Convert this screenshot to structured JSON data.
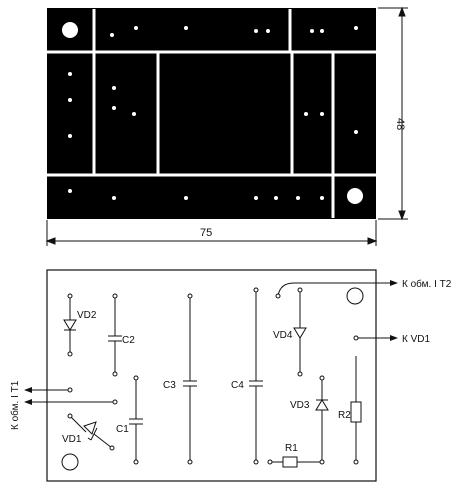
{
  "pcb_top": {
    "dim_width": "75",
    "dim_height": "48"
  },
  "schematic": {
    "components": {
      "vd1": "VD1",
      "vd2": "VD2",
      "vd3": "VD3",
      "vd4": "VD4",
      "c1": "C1",
      "c2": "C2",
      "c3": "C3",
      "c4": "C4",
      "r1": "R1",
      "r2": "R2"
    },
    "connections": {
      "t2": "К обм. I Т2",
      "vd1_ext": "К VD1",
      "t1": "К обм. I Т1"
    }
  },
  "colors": {
    "board": "#000000",
    "track_gap": "#ffffff",
    "ink": "#111111"
  }
}
